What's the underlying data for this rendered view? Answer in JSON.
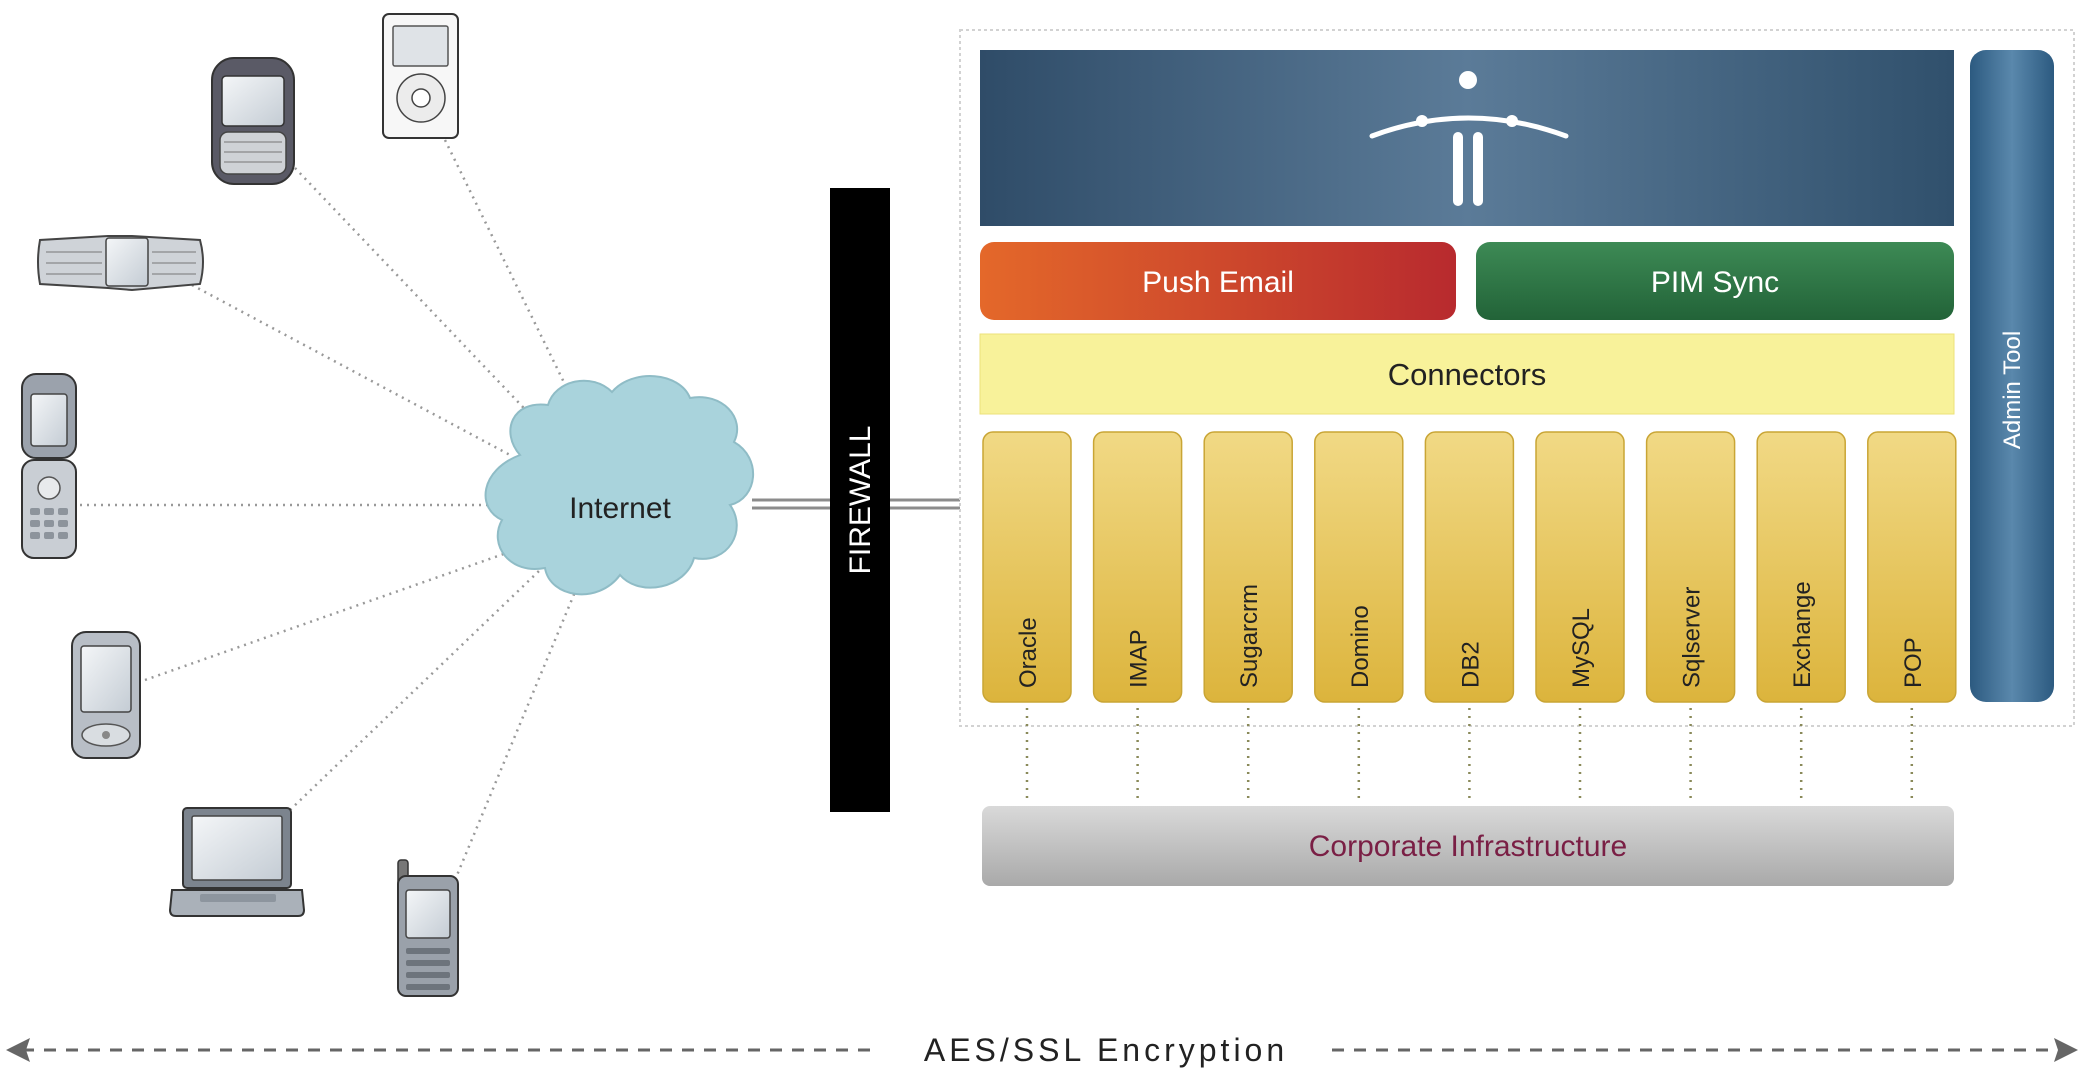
{
  "network": {
    "internet_label": "Internet",
    "firewall_label": "FIREWALL"
  },
  "server": {
    "push_email_label": "Push Email",
    "pim_sync_label": "PIM Sync",
    "connectors_label": "Connectors",
    "admin_tool_label": "Admin Tool",
    "connectors": [
      "Oracle",
      "IMAP",
      "Sugarcrm",
      "Domino",
      "DB2",
      "MySQL",
      "Sqlserver",
      "Exchange",
      "POP"
    ]
  },
  "infrastructure": {
    "label": "Corporate Infrastructure"
  },
  "encryption": {
    "label": "AES/SSL Encryption"
  },
  "devices": [
    "smartphone-icon",
    "media-player-icon",
    "qwerty-phone-icon",
    "flip-phone-icon",
    "pda-icon",
    "laptop-icon",
    "antenna-phone-icon"
  ],
  "colors": {
    "header_dark": "#2e4a66",
    "header_light": "#5d7d9a",
    "push_email": "#d64a2a",
    "pim_sync": "#2f7a45",
    "connectors_band": "#f8f29a",
    "connector_column": "#e6c45a",
    "admin_tool": "#35658a",
    "cloud": "#a8d4dc",
    "firewall": "#000000",
    "infrastructure_text": "#7a1f45"
  }
}
